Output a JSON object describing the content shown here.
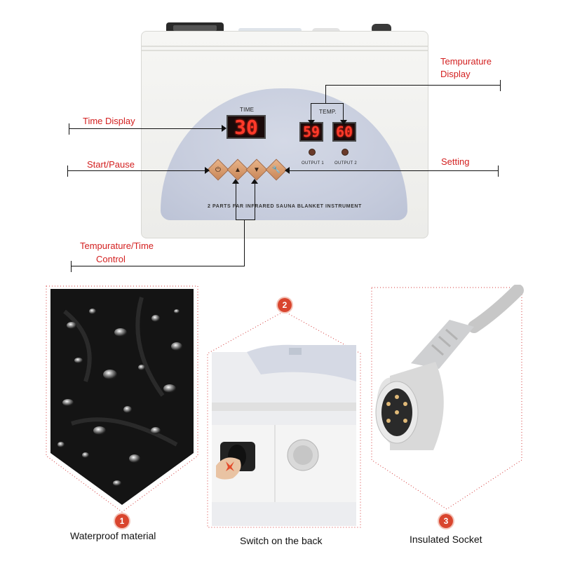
{
  "device": {
    "time_label": "TIME",
    "temp_label": "TEMP.",
    "time_value": "30",
    "output1_value": "59",
    "output2_value": "60",
    "output1_label": "OUTPUT 1",
    "output2_label": "OUTPUT 2",
    "instrument_text": "2 PARTS FAR INFRARED SAUNA BLANKET INSTRUMENT"
  },
  "callouts": {
    "temperature_display_line1": "Tempurature",
    "temperature_display_line2": "Display",
    "time_display": "Time Display",
    "start_pause": "Start/Pause",
    "setting": "Setting",
    "temp_time_control_line1": "Tempurature/Time",
    "temp_time_control_line2": "Control"
  },
  "features": [
    {
      "number": "1",
      "caption": "Waterproof material"
    },
    {
      "number": "2",
      "caption": "Switch on the back"
    },
    {
      "number": "3",
      "caption": "Insulated Socket"
    }
  ],
  "colors": {
    "callout_text": "#d32020",
    "badge": "#d9452e",
    "led": "#ff3a2a"
  }
}
